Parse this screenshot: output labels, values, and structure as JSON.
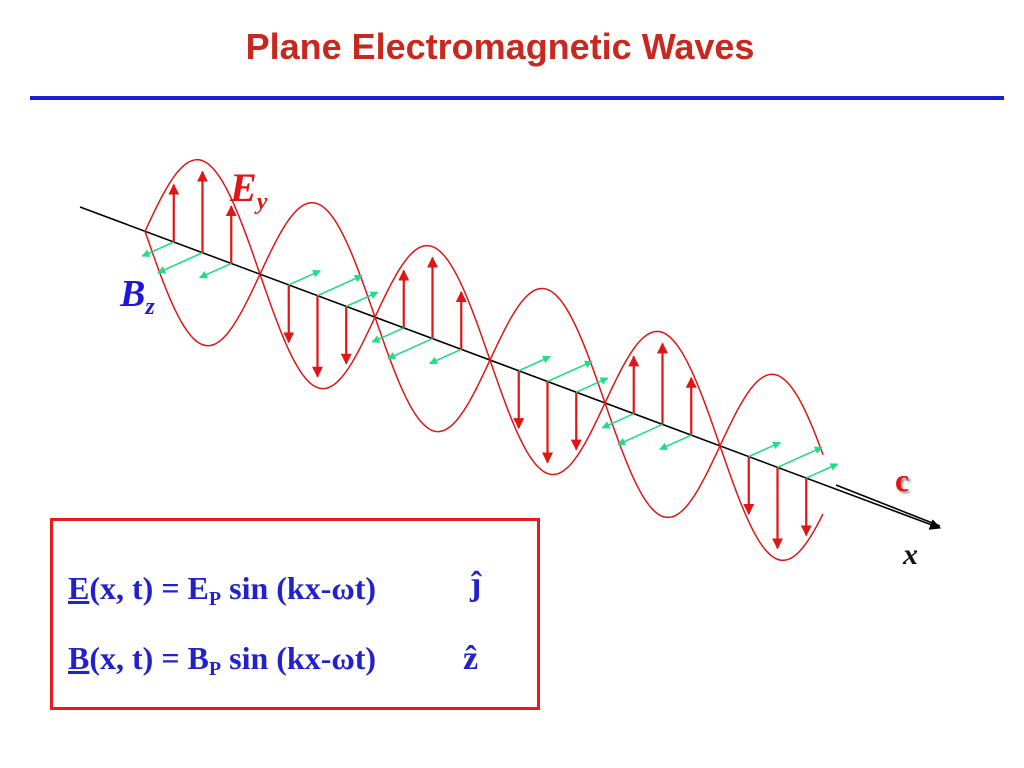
{
  "title": "Plane Electromagnetic Waves",
  "labels": {
    "e_field": "E",
    "e_sub": "y",
    "b_field": "B",
    "b_sub": "z",
    "speed": "c",
    "axis": "x"
  },
  "equations": [
    {
      "field": "E",
      "args": "(x, t) = E",
      "sub": "P",
      "rest": " sin (kx-ωt)",
      "unit": "ĵ"
    },
    {
      "field": "B",
      "args": "(x, t) = B",
      "sub": "P",
      "rest": " sin (kx-ωt)",
      "unit": "ẑ"
    }
  ],
  "colors": {
    "title": "#c8281e",
    "rule": "#1d1dd6",
    "e_wave": "#e01515",
    "b_arrows": "#22dd88",
    "equation_text": "#2222cc",
    "box_border": "#e41c1c"
  }
}
